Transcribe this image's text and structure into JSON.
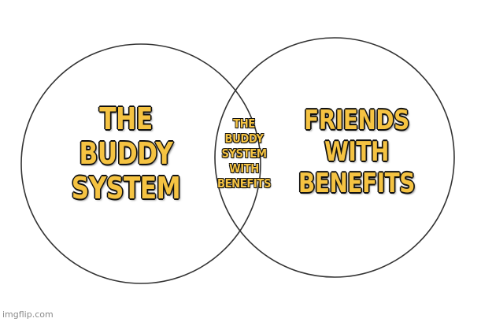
{
  "diagram": {
    "left_circle_label": [
      "THE",
      "BUDDY",
      "SYSTEM"
    ],
    "right_circle_label": [
      "FRIENDS",
      "WITH",
      "BENEFITS"
    ],
    "intersection_label": [
      "THE",
      "BUDDY",
      "SYSTEM",
      "WITH",
      "BENEFITS"
    ]
  },
  "watermark": "imgflip.com",
  "colors": {
    "text_fill": "#f5c342",
    "text_outline": "#111111",
    "circle_stroke": "#333333",
    "background": "#ffffff"
  }
}
